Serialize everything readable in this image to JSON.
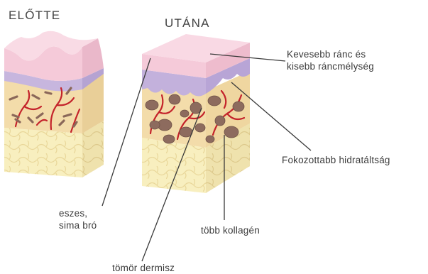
{
  "headings": {
    "before": "ELŐTTE",
    "after": "UTÁNA"
  },
  "labels": {
    "fewer_wrinkles_line1": "Kevesebb ránc és",
    "fewer_wrinkles_line2": "kisebb ráncmélység",
    "hydration": "Fokozottabb hidratáltság",
    "radiant_line1": "eszes,",
    "radiant_line2": "sima bró",
    "collagen": "több kollagén",
    "dermis": "tömör dermisz"
  },
  "colors": {
    "epidermis": "#f3c7d6",
    "basal_layer": "#c3b3dc",
    "dermis": "#f2dca8",
    "fat": "#f7edbc",
    "blood_vessel": "#c4232b",
    "collagen": "#8d6b5e",
    "leader_line": "#3a3a3a"
  }
}
